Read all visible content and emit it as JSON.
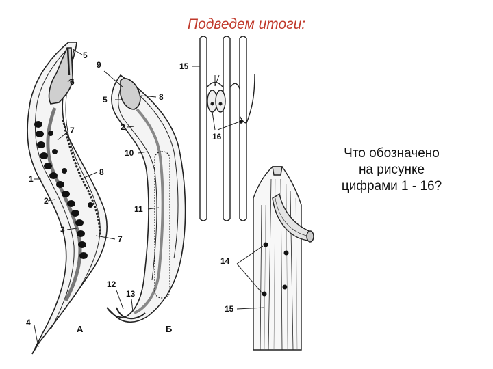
{
  "title": "Подведем итоги:",
  "question": {
    "line1": "Что обозначено",
    "line2": "на рисунке",
    "line3": "цифрами 1 - 16?"
  },
  "labels": {
    "n1": "1",
    "n2": "2",
    "n3": "3",
    "n4": "4",
    "n5": "5",
    "n6": "6",
    "n7": "7",
    "n8": "8",
    "n9": "9",
    "n10": "10",
    "n11": "11",
    "n12": "12",
    "n13": "13",
    "n14": "14",
    "n15": "15",
    "n16": "16",
    "figA": "А",
    "figB": "Б"
  }
}
